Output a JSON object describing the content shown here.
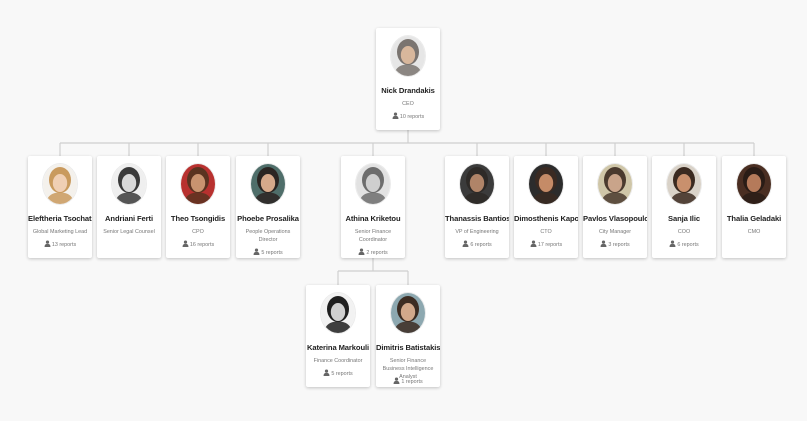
{
  "reports_suffix": "reports",
  "line_color": "#cfcfcf",
  "root": {
    "name": "Nick Drandakis",
    "title": "CEO",
    "reports": 10,
    "photo": {
      "skin": "#d8b79c",
      "hair": "#7a7470",
      "bg": "#e6e6e6"
    }
  },
  "level1": [
    {
      "name": "Eleftheria Tsochatzi",
      "title": "Global Marketing Lead",
      "reports": 13,
      "photo": {
        "skin": "#f0cfb4",
        "hair": "#c99a5e",
        "bg": "#f4f1ec"
      }
    },
    {
      "name": "Andriani Ferti",
      "title": "Senior Legal Counsel",
      "reports": null,
      "photo": {
        "skin": "#d9d9d9",
        "hair": "#3a3a3a",
        "bg": "#efefef"
      }
    },
    {
      "name": "Theo Tsongidis",
      "title": "CPO",
      "reports": 16,
      "photo": {
        "skin": "#c9936f",
        "hair": "#5a3320",
        "bg": "#b8312f"
      }
    },
    {
      "name": "Phoebe Prosalika",
      "title": "People Operations Director",
      "reports": 5,
      "photo": {
        "skin": "#d6a98a",
        "hair": "#2b2522",
        "bg": "#4f6e6a"
      }
    },
    {
      "name": "Athina Kriketou",
      "title": "Senior Finance Coordinator",
      "reports": 2,
      "photo": {
        "skin": "#cfcfcf",
        "hair": "#6d6d6d",
        "bg": "#e2e2e2"
      }
    },
    {
      "name": "Thanassis Bantios",
      "title": "VP of Engineering",
      "reports": 6,
      "photo": {
        "skin": "#b08468",
        "hair": "#2e2a27",
        "bg": "#3b3b3b"
      }
    },
    {
      "name": "Dimosthenis Kaponis",
      "title": "CTO",
      "reports": 17,
      "photo": {
        "skin": "#c58b67",
        "hair": "#3a2a22",
        "bg": "#2c2c2c"
      }
    },
    {
      "name": "Pavlos Vlasopoulos",
      "title": "City Manager",
      "reports": 3,
      "photo": {
        "skin": "#c9a48a",
        "hair": "#4a3a2e",
        "bg": "#cfc6a8"
      }
    },
    {
      "name": "Sanja Ilic",
      "title": "COO",
      "reports": 6,
      "photo": {
        "skin": "#c9906d",
        "hair": "#3b2a20",
        "bg": "#d9d2c8"
      }
    },
    {
      "name": "Thalia Geladaki",
      "title": "CMO",
      "reports": null,
      "photo": {
        "skin": "#b57a5a",
        "hair": "#2a1c16",
        "bg": "#4a2e22"
      }
    }
  ],
  "level2": [
    {
      "name": "Katerina Markouli",
      "title": "Finance Coordinator",
      "reports": 5,
      "photo": {
        "skin": "#d0d0d0",
        "hair": "#1f1f1f",
        "bg": "#f2f2f2"
      }
    },
    {
      "name": "Dimitris Batistakis",
      "title": "Senior Finance Business Intelligence Analyst",
      "reports": 1,
      "photo": {
        "skin": "#d2a98b",
        "hair": "#3c2c22",
        "bg": "#8da8b0"
      }
    }
  ]
}
